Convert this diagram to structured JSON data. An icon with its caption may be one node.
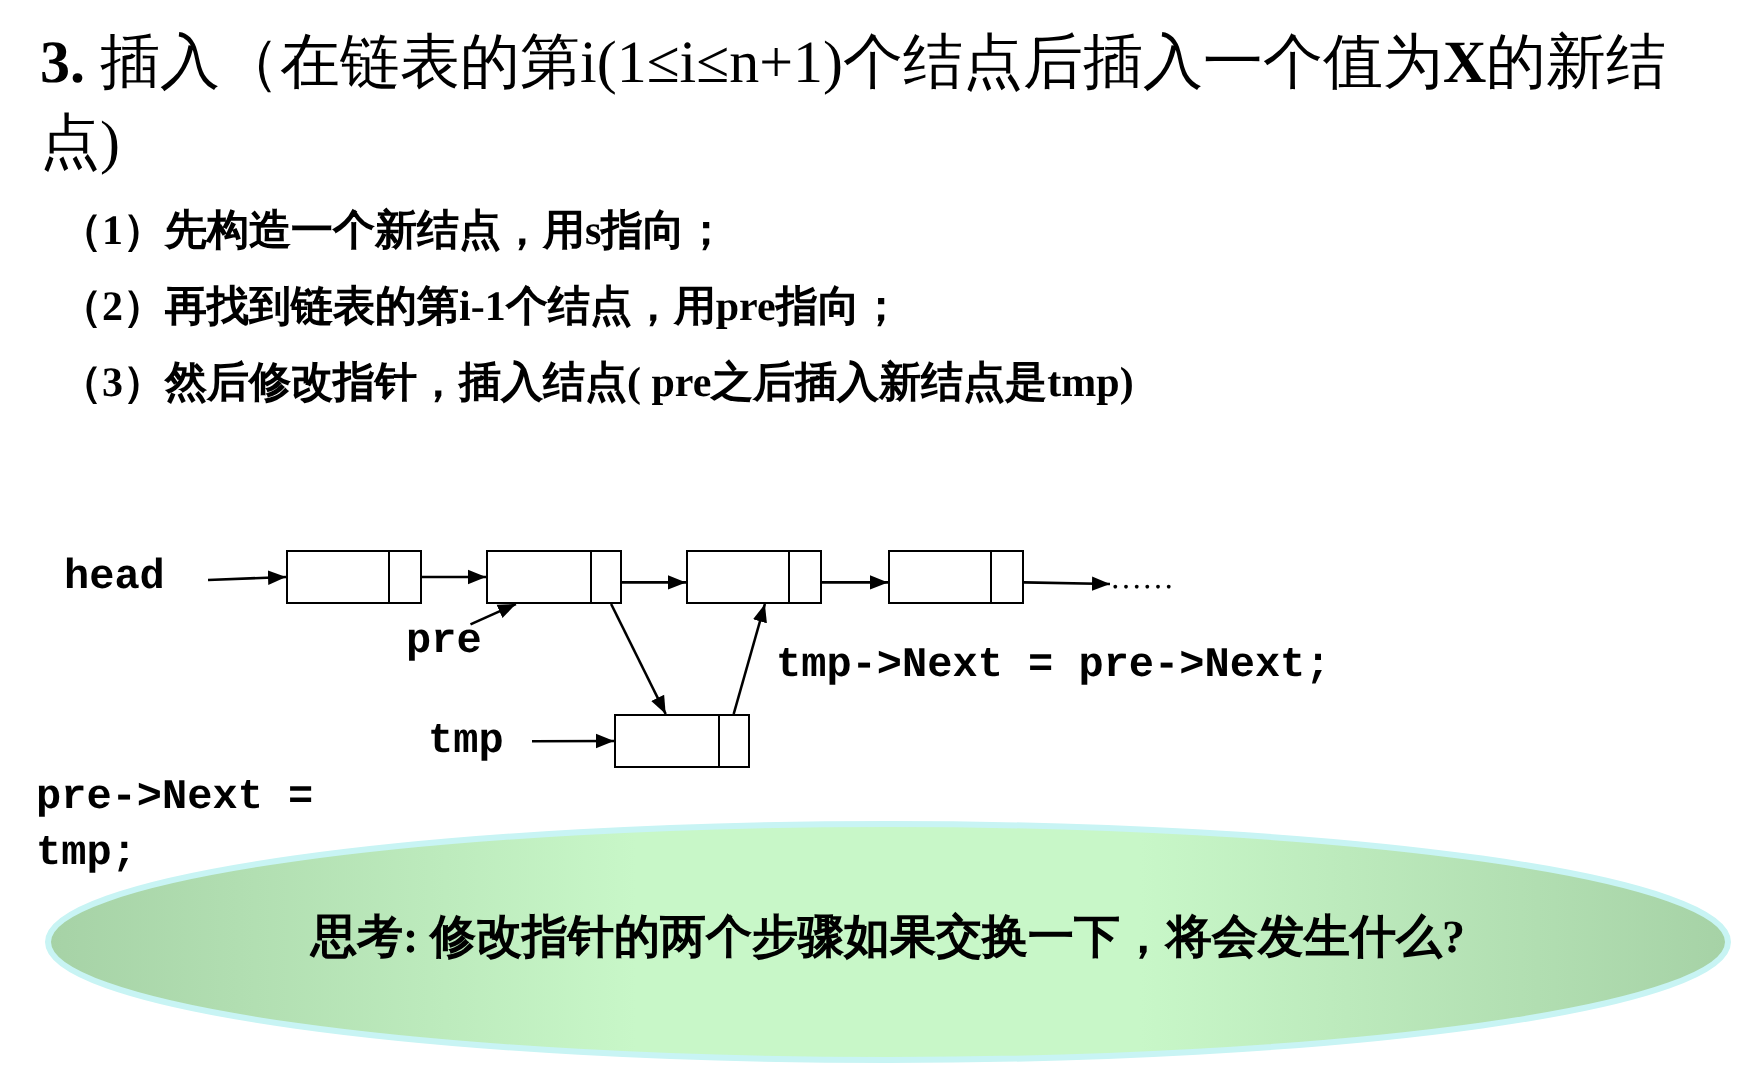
{
  "diagram": {
    "title": "**3.** 插入（在链表的第i(1≤i≤n+1)个结点后插入一个值为**X**的新结点)",
    "nodes": [
      {
        "text": [
          "head"
        ]
      },
      {
        "text": [],
        "shape": "box"
      },
      {
        "text": [],
        "shape": "box"
      },
      {
        "text": [],
        "shape": "box"
      },
      {
        "text": [],
        "shape": "box"
      },
      {
        "text": [
          "……"
        ]
      },
      {
        "text": [
          "pre"
        ]
      },
      {
        "text": [
          "tmp"
        ]
      },
      {
        "text": [],
        "shape": "box"
      },
      {
        "text": [
          "思考: 修改指针的两个步骤如果交换一下，将会发生什么?"
        ]
      }
    ],
    "edges": [
      {
        "from": 0,
        "to": 1,
        "arrow": "to"
      },
      {
        "from": 1,
        "to": 2,
        "arrow": "to"
      },
      {
        "from": 2,
        "to": 3,
        "arrow": "to"
      },
      {
        "from": 3,
        "to": 4,
        "arrow": "to"
      },
      {
        "from": 4,
        "to": 5,
        "arrow": "to"
      },
      {
        "from": 6,
        "to": 2,
        "arrow": "to"
      },
      {
        "from": 7,
        "to": 8,
        "arrow": "to"
      },
      {
        "from": 2,
        "to": 8,
        "arrow": "to"
      },
      {
        "from": 8,
        "to": 3,
        "arrow": "to"
      }
    ],
    "labels": [
      "（1）先构造一个新结点，用s指向；",
      "（2）再找到链表的第i-1个结点，用pre指向；",
      "（3）然后修改指针，插入结点( pre之后插入新结点是tmp)",
      "tmp->Next = pre->Next;",
      "pre->Next = tmp;"
    ]
  }
}
